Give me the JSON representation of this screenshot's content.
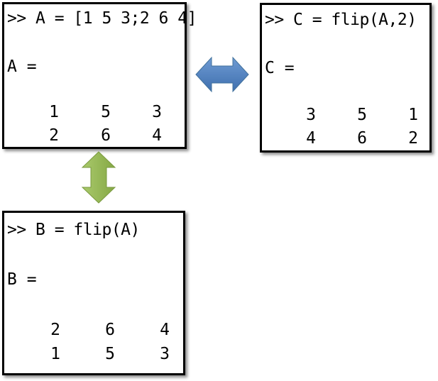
{
  "panels": {
    "a": {
      "command": ">> A = [1 5 3;2 6 4]",
      "label": "A =",
      "rows": [
        [
          "1",
          "5",
          "3"
        ],
        [
          "2",
          "6",
          "4"
        ]
      ]
    },
    "c": {
      "command": ">> C = flip(A,2)",
      "label": "C =",
      "rows": [
        [
          "3",
          "5",
          "1"
        ],
        [
          "4",
          "6",
          "2"
        ]
      ]
    },
    "b": {
      "command": ">> B = flip(A)",
      "label": "B =",
      "rows": [
        [
          "2",
          "6",
          "4"
        ],
        [
          "1",
          "5",
          "3"
        ]
      ]
    }
  },
  "arrows": {
    "horizontal": {
      "icon": "double-arrow-horizontal-icon",
      "color": "#4f81bd"
    },
    "vertical": {
      "icon": "double-arrow-vertical-icon",
      "color": "#9bbb59"
    }
  }
}
